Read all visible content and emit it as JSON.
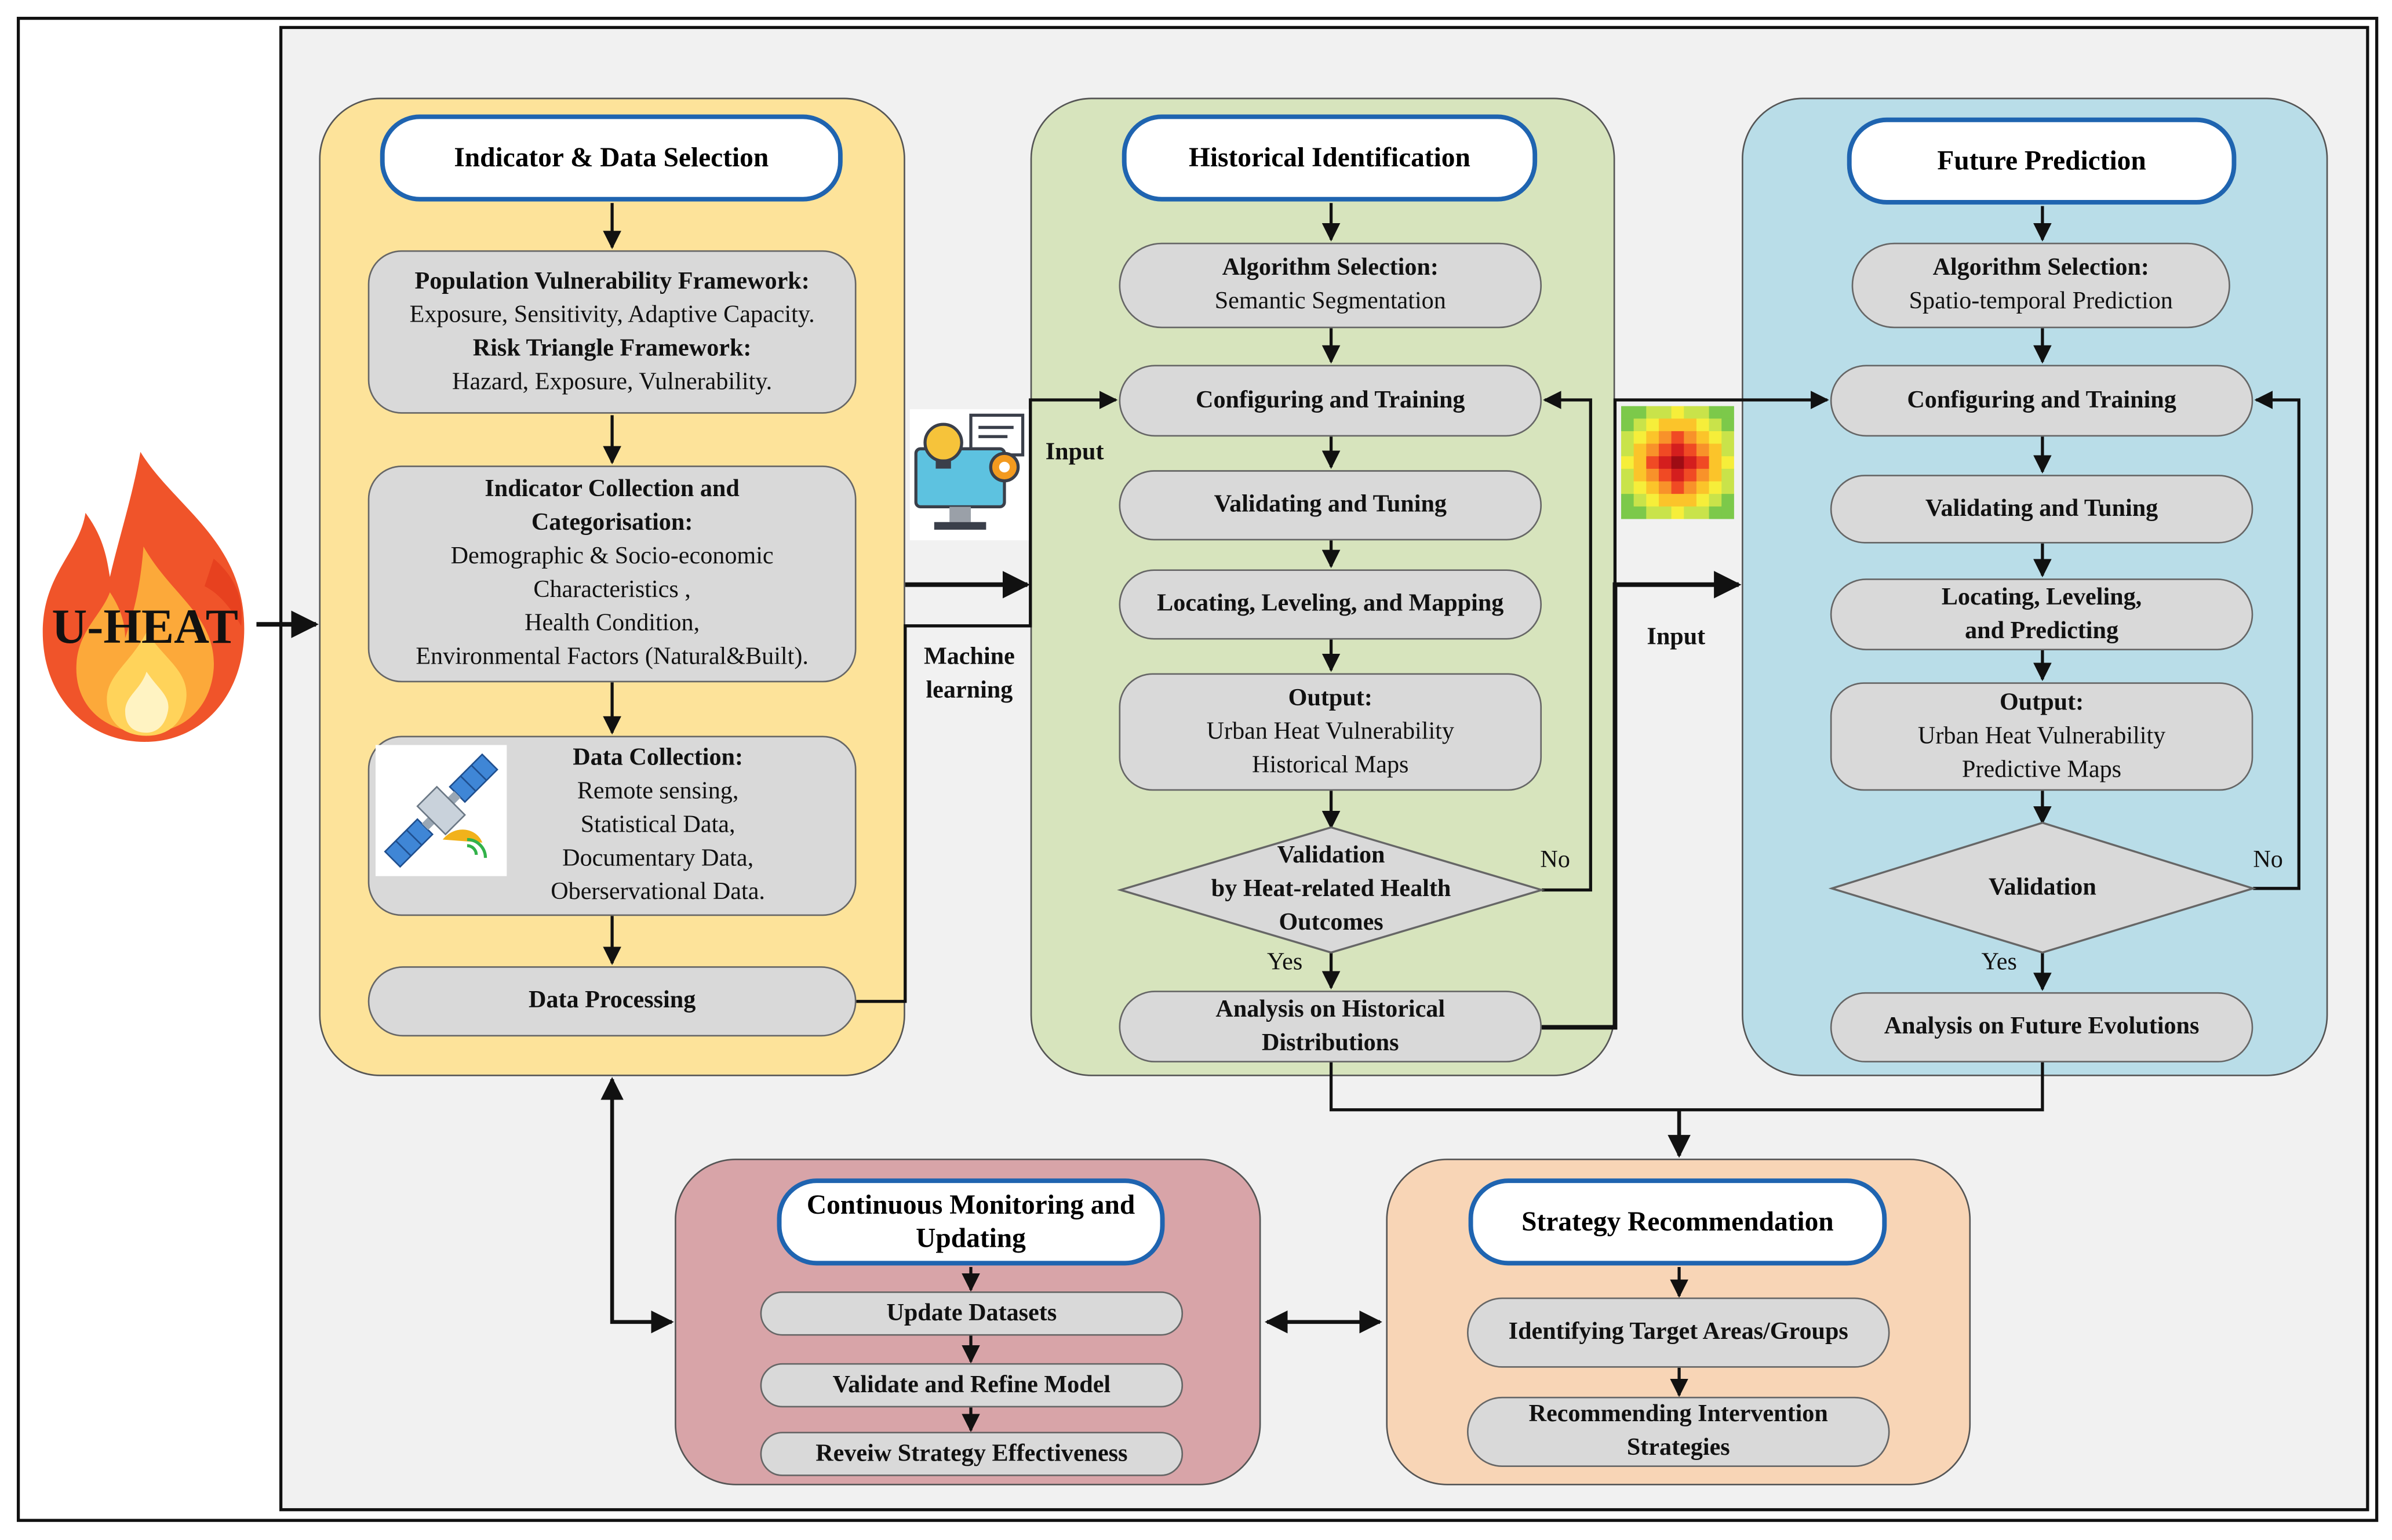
{
  "uheat": {
    "label": "U-HEAT"
  },
  "indicator": {
    "header": "Indicator & Data Selection",
    "frameworks": {
      "pop_title": "Population Vulnerability Framework:",
      "pop_text": "Exposure, Sensitivity, Adaptive Capacity.",
      "risk_title": "Risk Triangle Framework:",
      "risk_text": "Hazard, Exposure, Vulnerability."
    },
    "collection": {
      "title1": "Indicator Collection and",
      "title2": "Categorisation:",
      "l1": "Demographic & Socio-economic",
      "l2": "Characteristics ,",
      "l3": "Health Condition,",
      "l4": "Environmental Factors (Natural&Built)."
    },
    "data_collection": {
      "title": "Data Collection:",
      "l1": "Remote sensing,",
      "l2": "Statistical Data,",
      "l3": "Documentary Data,",
      "l4": "Oberservational Data."
    },
    "processing": "Data Processing"
  },
  "historical": {
    "header": "Historical Identification",
    "algo_title": "Algorithm Selection:",
    "algo_text": "Semantic Segmentation",
    "config": "Configuring and Training",
    "validate": "Validating and Tuning",
    "locate": "Locating, Leveling, and Mapping",
    "output_title": "Output:",
    "output_l1": "Urban Heat Vulnerability",
    "output_l2": "Historical Maps",
    "decision_l1": "Validation",
    "decision_l2": "by Heat-related Health",
    "decision_l3": "Outcomes",
    "analysis_l1": "Analysis on Historical",
    "analysis_l2": "Distributions"
  },
  "future": {
    "header": "Future Prediction",
    "algo_title": "Algorithm Selection:",
    "algo_text": "Spatio-temporal Prediction",
    "config": "Configuring and Training",
    "validate": "Validating and Tuning",
    "locate_l1": "Locating, Leveling,",
    "locate_l2": "and Predicting",
    "output_title": "Output:",
    "output_l1": "Urban Heat Vulnerability",
    "output_l2": "Predictive Maps",
    "decision": "Validation",
    "analysis": "Analysis on Future Evolutions"
  },
  "monitoring": {
    "header_l1": "Continuous Monitoring and",
    "header_l2": "Updating",
    "items": [
      "Update Datasets",
      "Validate and Refine Model",
      "Reveiw Strategy Effectiveness"
    ]
  },
  "strategy": {
    "header": "Strategy Recommendation",
    "item1": "Identifying Target Areas/Groups",
    "item2_l1": "Recommending Intervention",
    "item2_l2": "Strategies"
  },
  "connectors": {
    "input1": "Input",
    "ml_l1": "Machine",
    "ml_l2": "learning",
    "input2": "Input",
    "no1": "No",
    "yes1": "Yes",
    "no2": "No",
    "yes2": "Yes"
  },
  "icons": [
    "fire-icon",
    "ai-computer-icon",
    "satellite-icon",
    "heatmap-icon"
  ],
  "colors": {
    "indicator_panel": "#fde39a",
    "historical_panel": "#d7e4bd",
    "future_panel": "#b9dde8",
    "monitoring_panel": "#d8a4a8",
    "strategy_panel": "#f8d5b6",
    "header_border": "#1f64b0",
    "box_fill": "#d9d9d9"
  }
}
